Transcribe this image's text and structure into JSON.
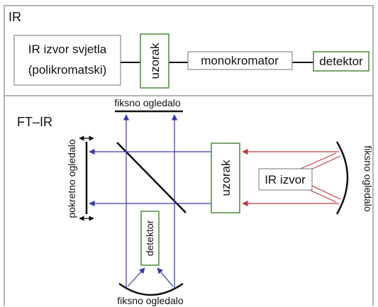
{
  "ir_section": {
    "title": "IR",
    "source_line1": "IR izvor svjetla",
    "source_line2": "(polikromatski)",
    "sample": "uzorak",
    "monochromator": "monokromator",
    "detector": "detektor"
  },
  "ftir_section": {
    "title": "FT–IR",
    "fixed_mirror_top": "fiksno ogledalo",
    "moving_mirror": "pokretno ogledalo",
    "sample": "uzorak",
    "source": "IR izvor",
    "fixed_mirror_right": "fiksno ogledalo",
    "detector": "detektor",
    "fixed_mirror_bottom": "fiksno ogledalo"
  },
  "colors": {
    "box_border_green": "#4a8a3a",
    "box_border_gray": "#8c8c8c",
    "beam_blue": "#3a3aa8",
    "beam_red": "#c03c3c",
    "frame_gray": "#9a9a9a"
  }
}
